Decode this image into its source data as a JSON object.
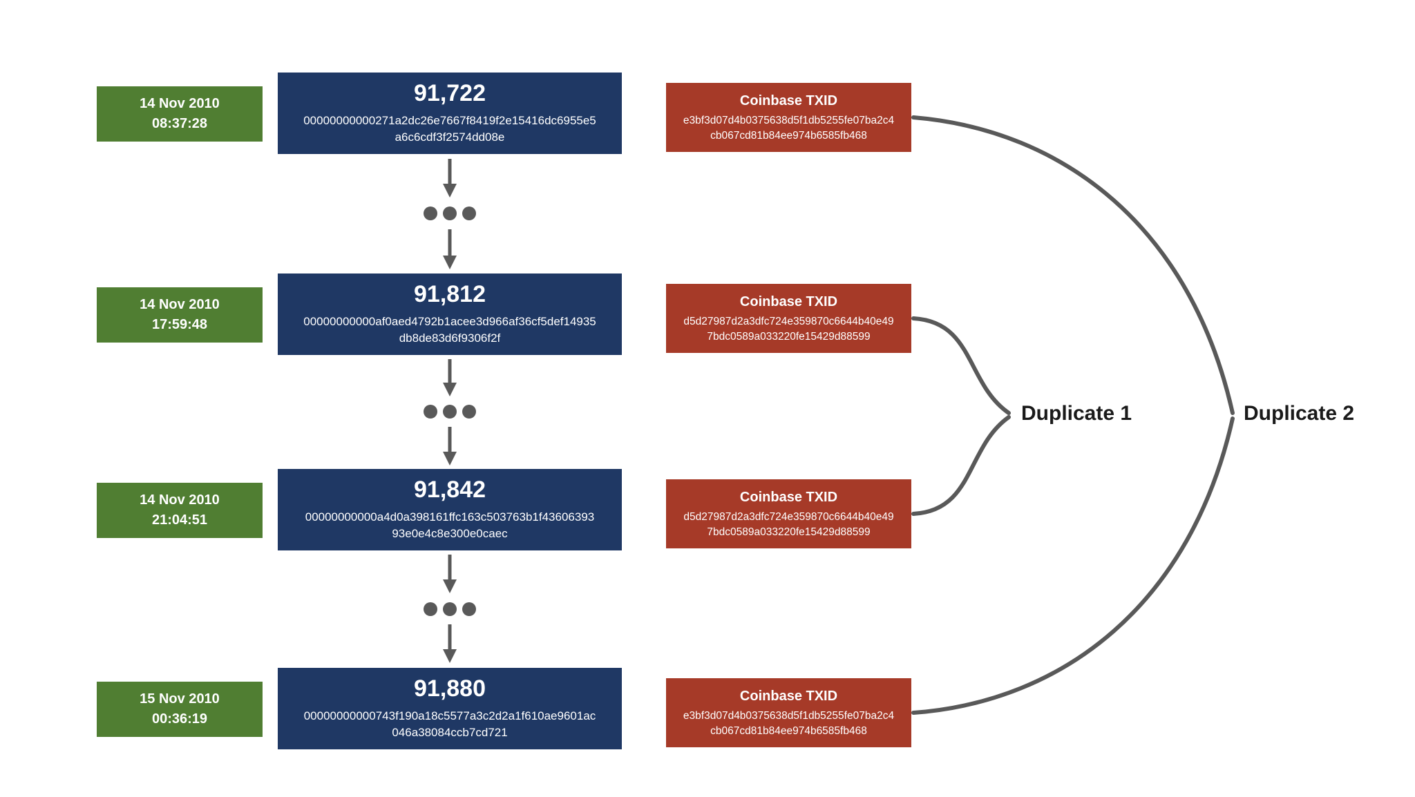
{
  "diagram": {
    "rows": [
      {
        "timestamp": {
          "date": "14 Nov 2010",
          "time": "08:37:28"
        },
        "block": {
          "height": "91,722",
          "hash_line1": "00000000000271a2dc26e7667f8419f2e15416dc6955e5",
          "hash_line2": "a6c6cdf3f2574dd08e"
        },
        "coinbase": {
          "title": "Coinbase TXID",
          "txid_line1": "e3bf3d07d4b0375638d5f1db5255fe07ba2c4",
          "txid_line2": "cb067cd81b84ee974b6585fb468"
        }
      },
      {
        "timestamp": {
          "date": "14 Nov 2010",
          "time": "17:59:48"
        },
        "block": {
          "height": "91,812",
          "hash_line1": "00000000000af0aed4792b1acee3d966af36cf5def14935",
          "hash_line2": "db8de83d6f9306f2f"
        },
        "coinbase": {
          "title": "Coinbase TXID",
          "txid_line1": "d5d27987d2a3dfc724e359870c6644b40e49",
          "txid_line2": "7bdc0589a033220fe15429d88599"
        }
      },
      {
        "timestamp": {
          "date": "14 Nov 2010",
          "time": "21:04:51"
        },
        "block": {
          "height": "91,842",
          "hash_line1": "00000000000a4d0a398161ffc163c503763b1f43606393",
          "hash_line2": "93e0e4c8e300e0caec"
        },
        "coinbase": {
          "title": "Coinbase TXID",
          "txid_line1": "d5d27987d2a3dfc724e359870c6644b40e49",
          "txid_line2": "7bdc0589a033220fe15429d88599"
        }
      },
      {
        "timestamp": {
          "date": "15 Nov 2010",
          "time": "00:36:19"
        },
        "block": {
          "height": "91,880",
          "hash_line1": "00000000000743f190a18c5577a3c2d2a1f610ae9601ac",
          "hash_line2": "046a38084ccb7cd721"
        },
        "coinbase": {
          "title": "Coinbase TXID",
          "txid_line1": "e3bf3d07d4b0375638d5f1db5255fe07ba2c4",
          "txid_line2": "cb067cd81b84ee974b6585fb468"
        }
      }
    ],
    "annotations": {
      "duplicate1": "Duplicate 1",
      "duplicate2": "Duplicate 2"
    }
  },
  "colors": {
    "canvas_bg": "#FFFFFF",
    "timestamp_bg": "#507E32",
    "block_bg": "#1F3864",
    "coinbase_bg": "#A63A28",
    "connector": "#595959",
    "label_text": "#1A1A1A"
  }
}
